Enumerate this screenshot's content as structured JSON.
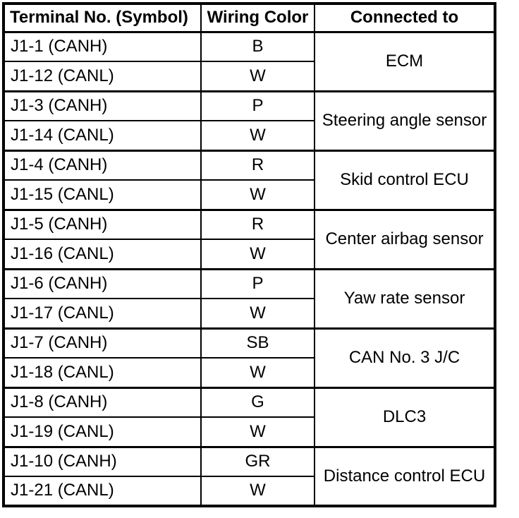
{
  "table": {
    "headers": {
      "terminal": "Terminal No. (Symbol)",
      "wiring_color": "Wiring Color",
      "connected_to": "Connected to"
    },
    "groups": [
      {
        "connected_to": "ECM",
        "rows": [
          {
            "terminal": "J1-1 (CANH)",
            "wiring_color": "B"
          },
          {
            "terminal": "J1-12 (CANL)",
            "wiring_color": "W"
          }
        ]
      },
      {
        "connected_to": "Steering angle sensor",
        "rows": [
          {
            "terminal": "J1-3 (CANH)",
            "wiring_color": "P"
          },
          {
            "terminal": "J1-14 (CANL)",
            "wiring_color": "W"
          }
        ]
      },
      {
        "connected_to": "Skid control ECU",
        "rows": [
          {
            "terminal": "J1-4 (CANH)",
            "wiring_color": "R"
          },
          {
            "terminal": "J1-15 (CANL)",
            "wiring_color": "W"
          }
        ]
      },
      {
        "connected_to": "Center airbag sensor",
        "rows": [
          {
            "terminal": "J1-5 (CANH)",
            "wiring_color": "R"
          },
          {
            "terminal": "J1-16 (CANL)",
            "wiring_color": "W"
          }
        ]
      },
      {
        "connected_to": "Yaw rate sensor",
        "rows": [
          {
            "terminal": "J1-6 (CANH)",
            "wiring_color": "P"
          },
          {
            "terminal": "J1-17 (CANL)",
            "wiring_color": "W"
          }
        ]
      },
      {
        "connected_to": "CAN No. 3 J/C",
        "rows": [
          {
            "terminal": "J1-7 (CANH)",
            "wiring_color": "SB"
          },
          {
            "terminal": "J1-18 (CANL)",
            "wiring_color": "W"
          }
        ]
      },
      {
        "connected_to": "DLC3",
        "rows": [
          {
            "terminal": "J1-8 (CANH)",
            "wiring_color": "G"
          },
          {
            "terminal": "J1-19 (CANL)",
            "wiring_color": "W"
          }
        ]
      },
      {
        "connected_to": "Distance control ECU",
        "rows": [
          {
            "terminal": "J1-10 (CANH)",
            "wiring_color": "GR"
          },
          {
            "terminal": "J1-21 (CANL)",
            "wiring_color": "W"
          }
        ]
      }
    ]
  },
  "colors": {
    "border": "#000000",
    "background": "#ffffff",
    "text": "#000000"
  }
}
